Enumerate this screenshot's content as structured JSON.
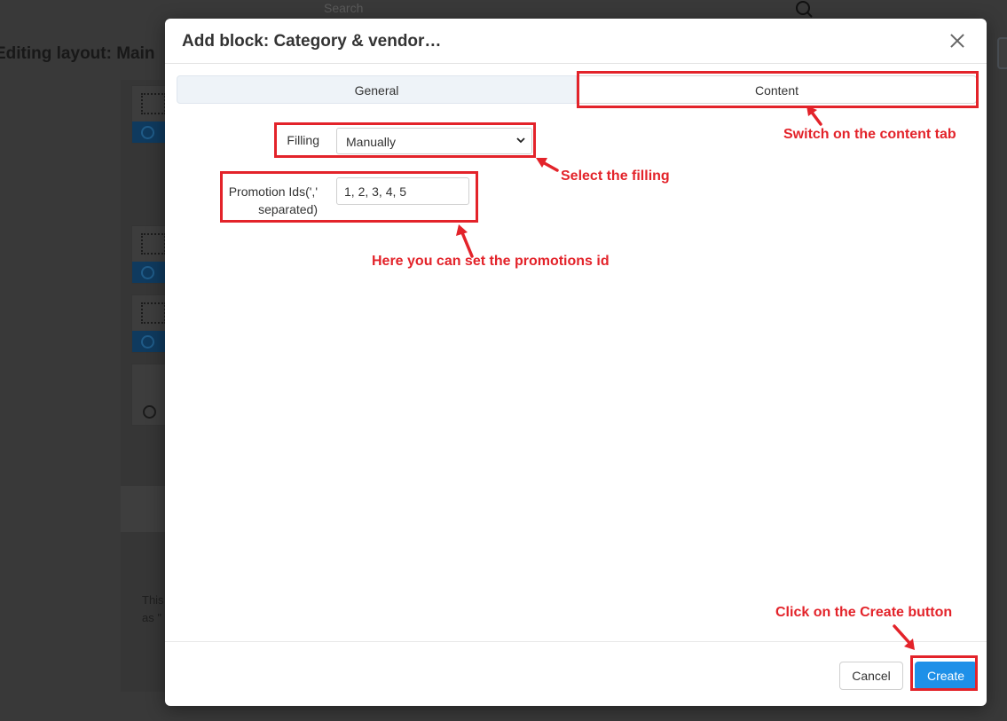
{
  "background": {
    "search_placeholder": "Search",
    "page_title": "Editing layout: Main",
    "text_fragment_1": "This",
    "text_fragment_2": "as \""
  },
  "modal": {
    "title": "Add block: Category & vendor…",
    "tabs": [
      {
        "label": "General",
        "active": false
      },
      {
        "label": "Content",
        "active": true
      }
    ],
    "form": {
      "filling_label": "Filling",
      "filling_value": "Manually",
      "promotion_label_line1": "Promotion Ids(','",
      "promotion_label_line2": "separated)",
      "promotion_value": "1, 2, 3, 4, 5"
    },
    "footer": {
      "cancel_label": "Cancel",
      "create_label": "Create"
    }
  },
  "annotations": {
    "content_tab_note": "Switch on the content tab",
    "filling_note": "Select the filling",
    "promotions_note": "Here you can set the promotions id",
    "create_note": "Click on the Create button",
    "color": "#e3232a"
  },
  "colors": {
    "primary": "#1e90e8",
    "overlay": "#393939"
  }
}
